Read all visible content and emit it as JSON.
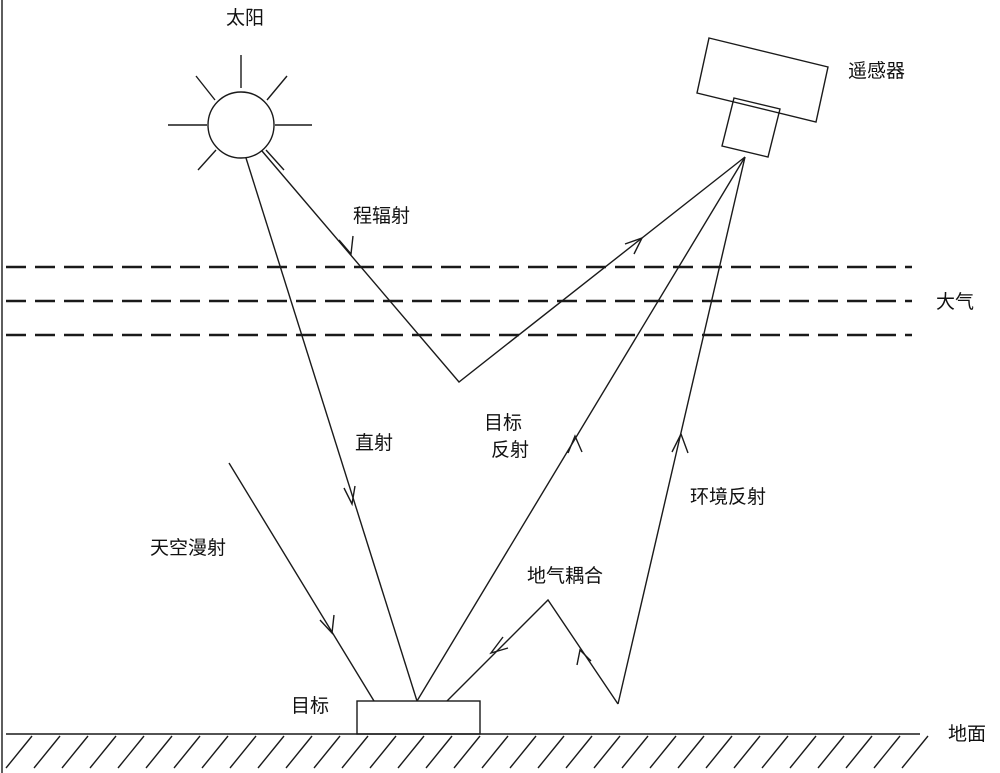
{
  "labels": {
    "sun": "太阳",
    "sensor": "遥感器",
    "path_radiance": "程辐射",
    "atmosphere": "大气",
    "direct": "直射",
    "target_reflection_line1": "目标",
    "target_reflection_line2": "反射",
    "environment_reflection": "环境反射",
    "sky_diffuse": "天空漫射",
    "ground_atmosphere_coupling": "地气耦合",
    "target": "目标",
    "ground": "地面"
  }
}
